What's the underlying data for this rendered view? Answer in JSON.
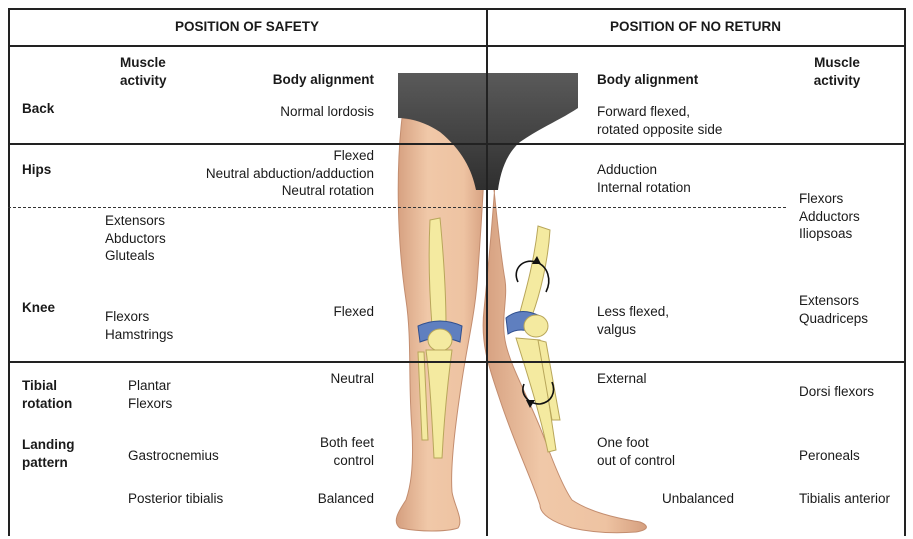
{
  "headers": {
    "left": "POSITION OF SAFETY",
    "right": "POSITION OF NO RETURN"
  },
  "columns": {
    "muscle_activity_left": "Muscle\nactivity",
    "body_alignment_left": "Body alignment",
    "body_alignment_right": "Body alignment",
    "muscle_activity_right": "Muscle\nactivity"
  },
  "rows": {
    "back": {
      "label": "Back",
      "safety_alignment": "Normal lordosis",
      "no_return_alignment": "Forward flexed,\nrotated opposite side"
    },
    "hips": {
      "label": "Hips",
      "safety_alignment": "Flexed\nNeutral abduction/adduction\nNeutral rotation",
      "no_return_alignment": "Adduction\nInternal rotation",
      "no_return_muscles": "Flexors\nAdductors\nIliopsoas"
    },
    "hip_knee_muscles_safety": "Extensors\nAbductors\nGluteals",
    "knee": {
      "label": "Knee",
      "safety_muscles": "Flexors\nHamstrings",
      "safety_alignment": "Flexed",
      "no_return_alignment": "Less flexed,\nvalgus",
      "no_return_muscles": "Extensors\nQuadriceps"
    },
    "tibial_rotation": {
      "label": "Tibial\nrotation",
      "safety_muscles": "Plantar\nFlexors",
      "safety_alignment": "Neutral",
      "no_return_alignment": "External",
      "no_return_muscles": "Dorsi flexors"
    },
    "landing_pattern": {
      "label": "Landing\npattern",
      "safety_muscles_1": "Gastrocnemius",
      "safety_alignment_1": "Both feet\ncontrol",
      "no_return_alignment_1": "One foot\nout of control",
      "no_return_muscles_1": "Peroneals",
      "safety_muscles_2": "Posterior tibialis",
      "safety_alignment_2": "Balanced",
      "no_return_alignment_2": "Unbalanced",
      "no_return_muscles_2": "Tibialis anterior"
    }
  },
  "colors": {
    "skin": "#eec3a2",
    "skin_shadow": "#d59f7f",
    "shorts": "#3f3f3f",
    "bone": "#f4eaa0",
    "bone_edge": "#b8a65a",
    "cartilage": "#5f7fbf",
    "rule": "#222222"
  },
  "icons": [
    "rotation-arrow-icon",
    "rotation-arrow-icon"
  ]
}
